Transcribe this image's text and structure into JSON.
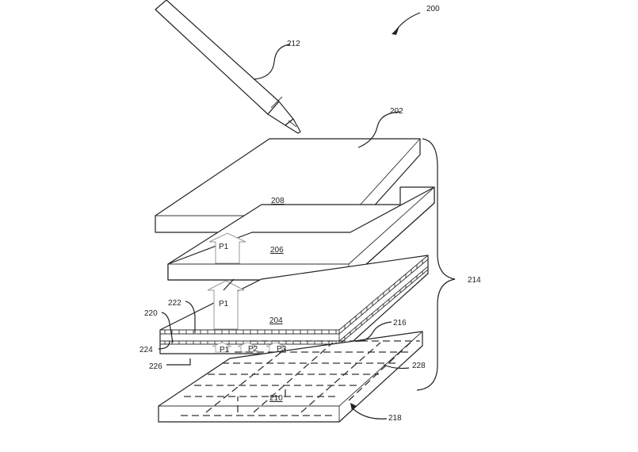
{
  "figure": {
    "ref_200": "200",
    "ref_202": "202",
    "ref_204": "204",
    "ref_206": "206",
    "ref_208": "208",
    "ref_210": "210",
    "ref_212": "212",
    "ref_214": "214",
    "ref_216": "216",
    "ref_218": "218",
    "ref_220": "220",
    "ref_222": "222",
    "ref_224": "224",
    "ref_226": "226",
    "ref_228": "228",
    "p1_upper": "P1",
    "p1_lower": "P1",
    "p1_small": "P1",
    "p2_small": "P2",
    "p3_small": "P3"
  },
  "colors": {
    "line": "#222222",
    "arrow_outline": "#999999",
    "background": "#ffffff"
  }
}
